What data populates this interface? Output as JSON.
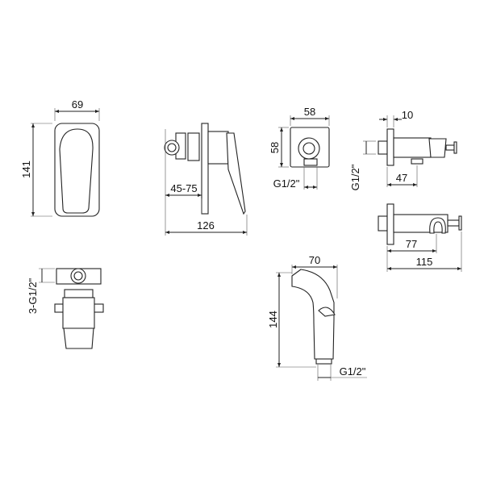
{
  "drawing": {
    "front_view": {
      "width_label": "69",
      "height_label": "141"
    },
    "side_view": {
      "depth_range_label": "45-75",
      "total_depth_label": "126"
    },
    "wall_outlet": {
      "width_label": "58",
      "height_label": "58",
      "thread_label": "G1/2\""
    },
    "outlet_holder_side": {
      "plate_label": "10",
      "thread_label": "G1/2\"",
      "offset_label": "47"
    },
    "holder_side": {
      "hook_label": "77",
      "total_label": "115"
    },
    "valve_body": {
      "thread_label": "3-G1/2\""
    },
    "sprayer": {
      "width_label": "70",
      "height_label": "144",
      "thread_label": "G1/2\""
    }
  }
}
